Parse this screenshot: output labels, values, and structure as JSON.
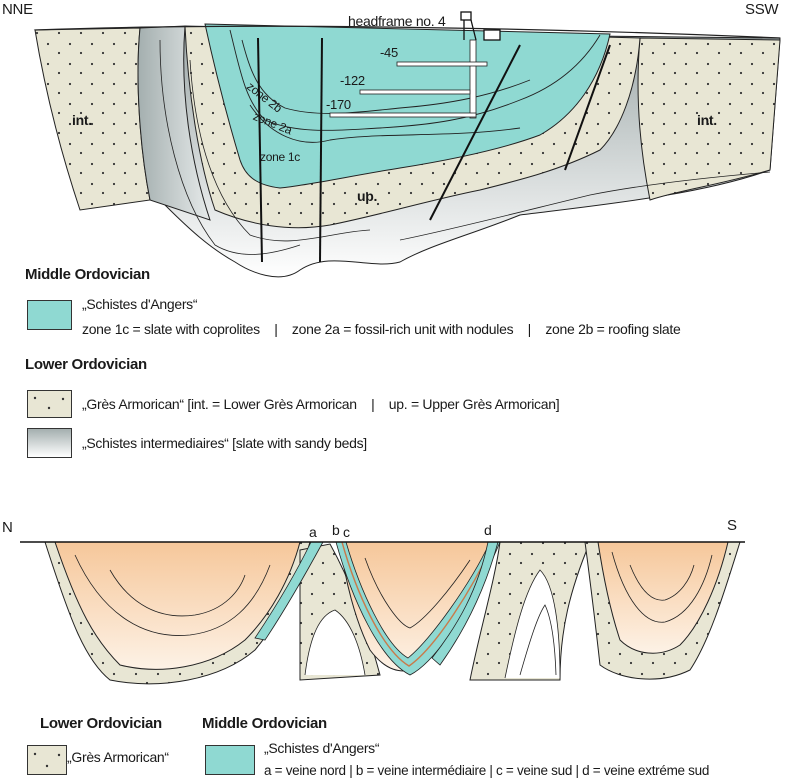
{
  "top_section": {
    "labels": {
      "left_direction": "NNE",
      "right_direction": "SSW",
      "headframe": "headframe no. 4",
      "depth_1": "-45",
      "depth_2": "-122",
      "depth_3": "-170",
      "zone_2b": "zone 2b",
      "zone_2a": "zone 2a",
      "zone_1c": "zone 1c",
      "int_left": "int.",
      "int_right": "int.",
      "upper": "up."
    },
    "legend": {
      "middle_heading": "Middle Ordovician",
      "schistes_name": "„Schistes d'Angers“",
      "schistes_zones": "zone 1c = slate with coprolites    |    zone 2a = fossil-rich unit with nodules    |    zone 2b = roofing slate",
      "lower_heading": "Lower Ordovician",
      "gres_text": "„Grès Armorican“ [int. = Lower Grès Armorican    |    up. = Upper Grès Armorican]",
      "intermediaires_text": "„Schistes intermediaires“ [slate with sandy beds]"
    }
  },
  "bottom_section": {
    "labels": {
      "left_direction": "N",
      "right_direction": "S",
      "vein_a": "a",
      "vein_b": "b",
      "vein_c": "c",
      "vein_d": "d"
    },
    "legend": {
      "lower_heading": "Lower Ordovician",
      "gres_text": "„Grès Armorican“",
      "middle_heading": "Middle Ordovician",
      "schistes_name": "„Schistes d'Angers“",
      "veins_text": "a = veine nord | b = veine intermédiaire | c = veine sud | d = veine extréme sud"
    }
  },
  "colors": {
    "schistes_angers": "#8fd9d2",
    "gres_armorican": "#e8e6d4",
    "intermediaires_dark": "#a9b3b3",
    "older_orange": "#f6c79a",
    "line": "#222222"
  }
}
